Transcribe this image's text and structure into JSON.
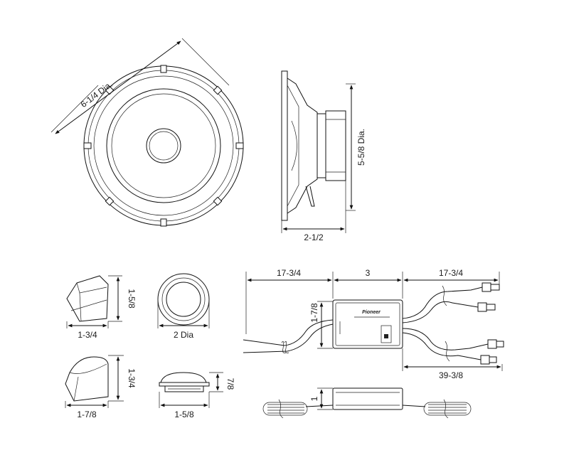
{
  "woofer_front": {
    "diameter_label": "6-1/4 Dia."
  },
  "woofer_side": {
    "cone_diameter_label": "5-5/8 Dia.",
    "depth_label": "2-1/2"
  },
  "tweeter_angle_a": {
    "height_label": "1-5/8",
    "width_label": "1-3/4"
  },
  "tweeter_round": {
    "diameter_label": "2 Dia"
  },
  "tweeter_angle_b": {
    "height_label": "1-3/4",
    "width_label": "1-7/8"
  },
  "tweeter_flush": {
    "height_label": "7/8",
    "width_label": "1-5/8"
  },
  "crossover": {
    "input_lead_label": "17-3/4",
    "box_length_label": "3",
    "output_lead_label": "17-3/4",
    "box_height_label": "1-7/8",
    "woofer_lead_label": "39-3/8",
    "side_height_label": "1",
    "brand_text": "Pioneer"
  }
}
